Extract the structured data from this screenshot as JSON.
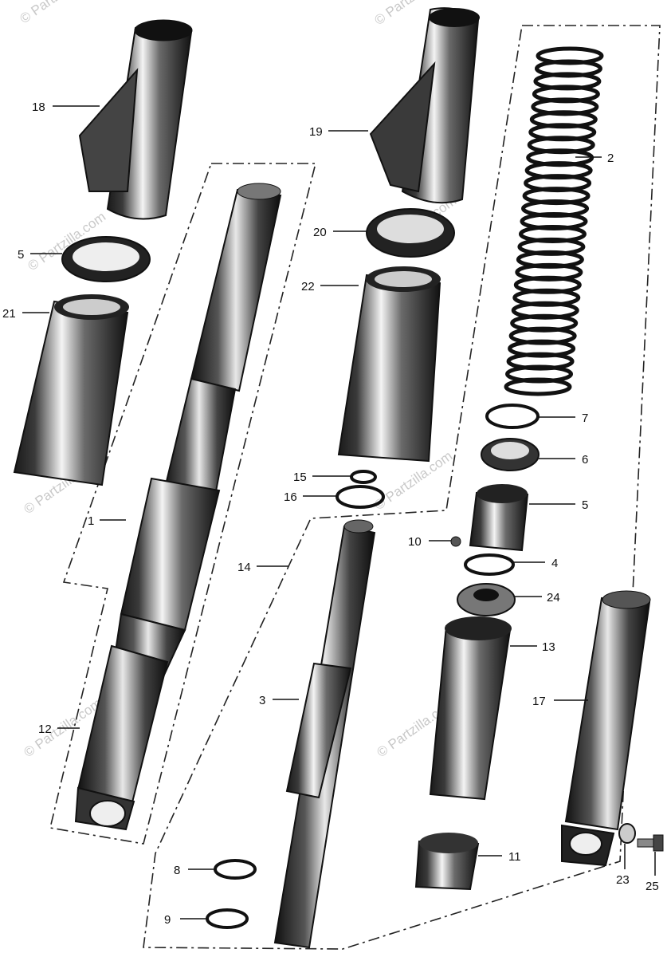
{
  "watermark": "© Partzilla.com",
  "callouts": [
    {
      "n": "18",
      "pos": "left"
    },
    {
      "n": "5",
      "pos": "left"
    },
    {
      "n": "21",
      "pos": "left"
    },
    {
      "n": "1",
      "pos": "left"
    },
    {
      "n": "12",
      "pos": "left"
    },
    {
      "n": "19",
      "pos": "left"
    },
    {
      "n": "20",
      "pos": "left"
    },
    {
      "n": "22",
      "pos": "left"
    },
    {
      "n": "15",
      "pos": "left"
    },
    {
      "n": "16",
      "pos": "left"
    },
    {
      "n": "14",
      "pos": "left"
    },
    {
      "n": "3",
      "pos": "left"
    },
    {
      "n": "10",
      "pos": "left"
    },
    {
      "n": "8",
      "pos": "left"
    },
    {
      "n": "9",
      "pos": "left"
    },
    {
      "n": "2",
      "pos": "right"
    },
    {
      "n": "7",
      "pos": "right"
    },
    {
      "n": "6",
      "pos": "right"
    },
    {
      "n": "5",
      "pos": "right"
    },
    {
      "n": "4",
      "pos": "right"
    },
    {
      "n": "24",
      "pos": "right"
    },
    {
      "n": "13",
      "pos": "right"
    },
    {
      "n": "17",
      "pos": "left"
    },
    {
      "n": "11",
      "pos": "right"
    },
    {
      "n": "23",
      "pos": "below"
    },
    {
      "n": "25",
      "pos": "below"
    }
  ]
}
